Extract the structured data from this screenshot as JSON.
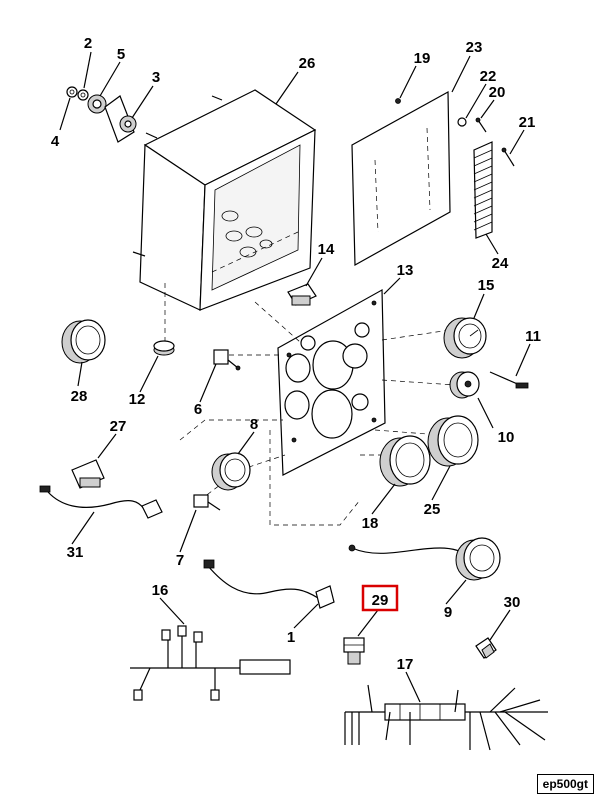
{
  "figure_id": "ep500gt",
  "callouts": {
    "c1": "1",
    "c2": "2",
    "c3": "3",
    "c4": "4",
    "c5": "5",
    "c6": "6",
    "c7": "7",
    "c8": "8",
    "c9": "9",
    "c10": "10",
    "c11": "11",
    "c12": "12",
    "c13": "13",
    "c14": "14",
    "c15": "15",
    "c16": "16",
    "c17": "17",
    "c18": "18",
    "c19": "19",
    "c20": "20",
    "c21": "21",
    "c22": "22",
    "c23": "23",
    "c24": "24",
    "c25": "25",
    "c26": "26",
    "c27": "27",
    "c28": "28",
    "c29": "29",
    "c30": "30",
    "c31": "31"
  },
  "highlighted_callout": "29",
  "highlight_color": "#d90000"
}
